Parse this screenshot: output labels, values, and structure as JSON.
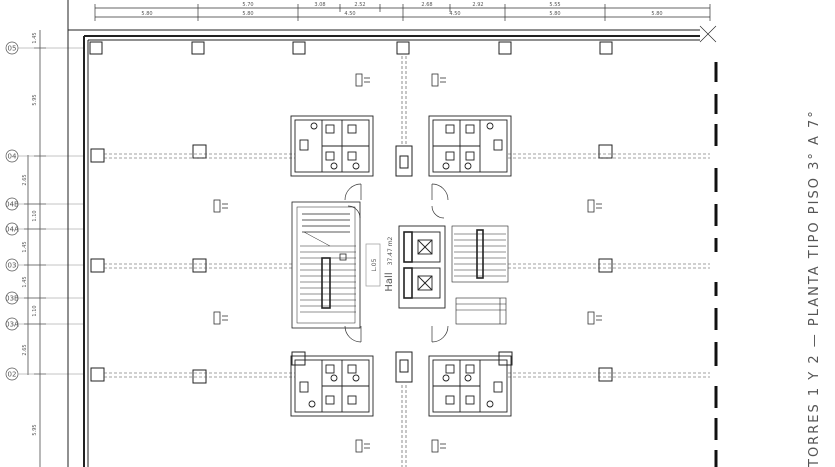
{
  "drawing": {
    "title_vertical": "TORRES 1 Y 2  —  PLANTA TIPO PISO 3° A 7°",
    "room_label": "Hall",
    "room_area": "37.47 m2",
    "core_label": "L.05"
  },
  "dimensions": {
    "top_row1": [
      "5.70",
      "3.08",
      "2.52",
      "2.68",
      "2.92",
      "5.55"
    ],
    "top_row2": [
      "5.80",
      "5.80",
      "4.50",
      "4.50",
      "5.80",
      "5.80"
    ],
    "left_side": [
      "1.45",
      "5.95",
      "2.65",
      "1.10",
      "1.45",
      "1.45",
      "1.10",
      "2.65",
      "5.95"
    ]
  },
  "axes": [
    "05",
    "04",
    "04B",
    "04A",
    "03",
    "03B",
    "03A",
    "02"
  ]
}
